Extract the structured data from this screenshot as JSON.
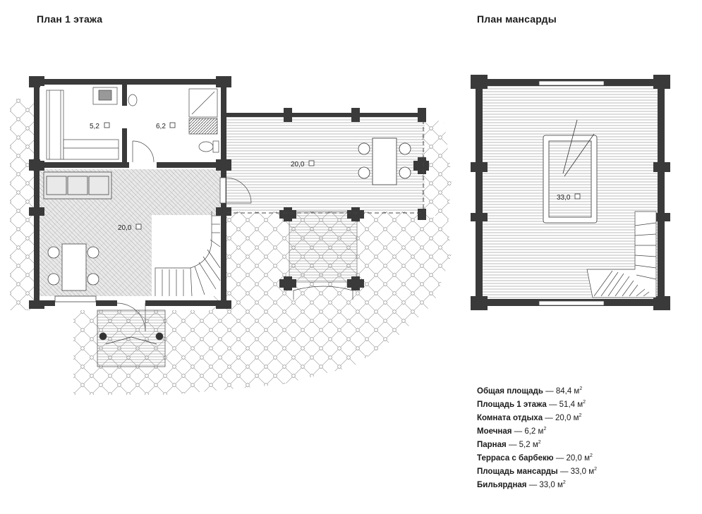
{
  "titles": {
    "floor1": "План 1 этажа",
    "attic": "План мансарды"
  },
  "rooms": {
    "steam_room": "5,2",
    "washroom": "6,2",
    "terrace": "20,0",
    "lounge": "20,0",
    "billiard": "33,0"
  },
  "legend": [
    {
      "label": "Общая площадь",
      "value": "84,4 м"
    },
    {
      "label": "Площадь 1 этажа",
      "value": "51,4 м"
    },
    {
      "label": "Комната отдыха",
      "value": "20,0 м"
    },
    {
      "label": "Моечная",
      "value": "6,2 м"
    },
    {
      "label": "Парная",
      "value": "5,2 м"
    },
    {
      "label": "Терраса с барбекю",
      "value": "20,0 м"
    },
    {
      "label": "Площадь мансарды",
      "value": "33,0 м"
    },
    {
      "label": "Бильярдная",
      "value": "33,0 м"
    }
  ],
  "unit_superscript": "2",
  "legend_separator": " — "
}
